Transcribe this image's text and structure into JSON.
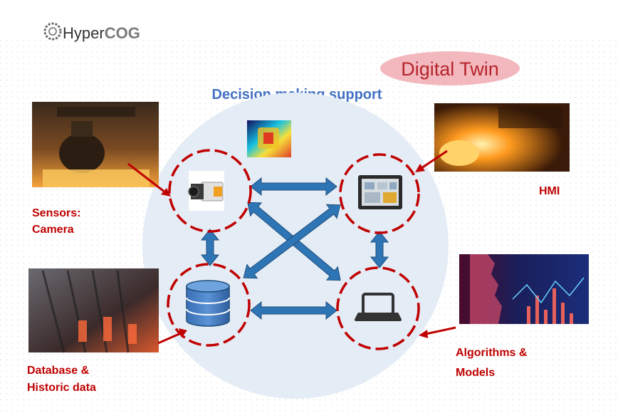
{
  "logo": {
    "text_prefix": "Hyper",
    "text_suffix": "COG"
  },
  "badge": {
    "label": "Digital Twin",
    "fill": "#f3b8bd",
    "text_color": "#b5242c"
  },
  "heading": {
    "label": "Decision making support",
    "color": "#4472c4"
  },
  "labels": {
    "sensors_line1": "Sensors:",
    "sensors_line2": "Camera",
    "hmi": "HMI",
    "database_line1": "Database &",
    "database_line2": "Historic data",
    "algorithms_line1": "Algorithms &",
    "algorithms_line2": "Models",
    "label_color": "#c00000"
  },
  "nodes": [
    {
      "id": "camera",
      "icon": "camera-icon"
    },
    {
      "id": "hmi",
      "icon": "hmi-screen-icon"
    },
    {
      "id": "database",
      "icon": "database-icon"
    },
    {
      "id": "laptop",
      "icon": "laptop-icon"
    }
  ],
  "photos": [
    {
      "id": "steel-plant-crane",
      "icon": "steel-plant-photo"
    },
    {
      "id": "molten-metal-pour",
      "icon": "molten-metal-photo"
    },
    {
      "id": "rolling-mill",
      "icon": "rolling-mill-photo"
    },
    {
      "id": "ai-face-chart",
      "icon": "ai-face-photo"
    },
    {
      "id": "thermal-image",
      "icon": "thermal-camera-image"
    }
  ],
  "colors": {
    "circle_bg": "#e4ecf6",
    "dashed_circle": "#c00000",
    "arrow_fill": "#2e75b6",
    "arrow_edge": "#1f4e79",
    "pointer": "#c00000"
  }
}
